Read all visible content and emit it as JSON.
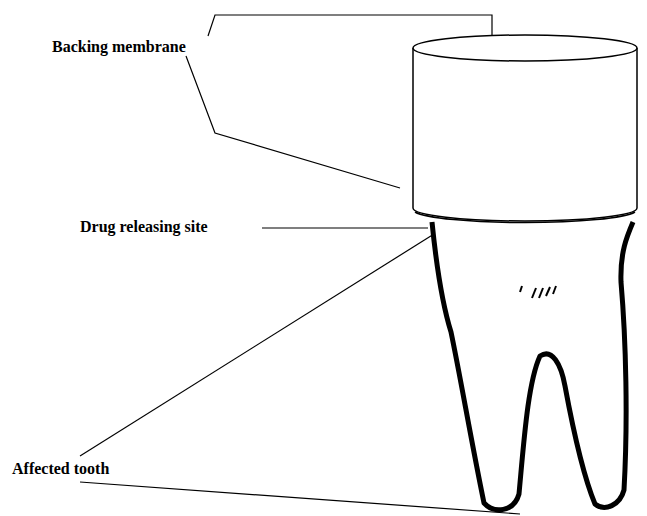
{
  "diagram": {
    "labels": [
      "Backing membrane",
      "Drug releasing site",
      "Affected tooth"
    ]
  }
}
